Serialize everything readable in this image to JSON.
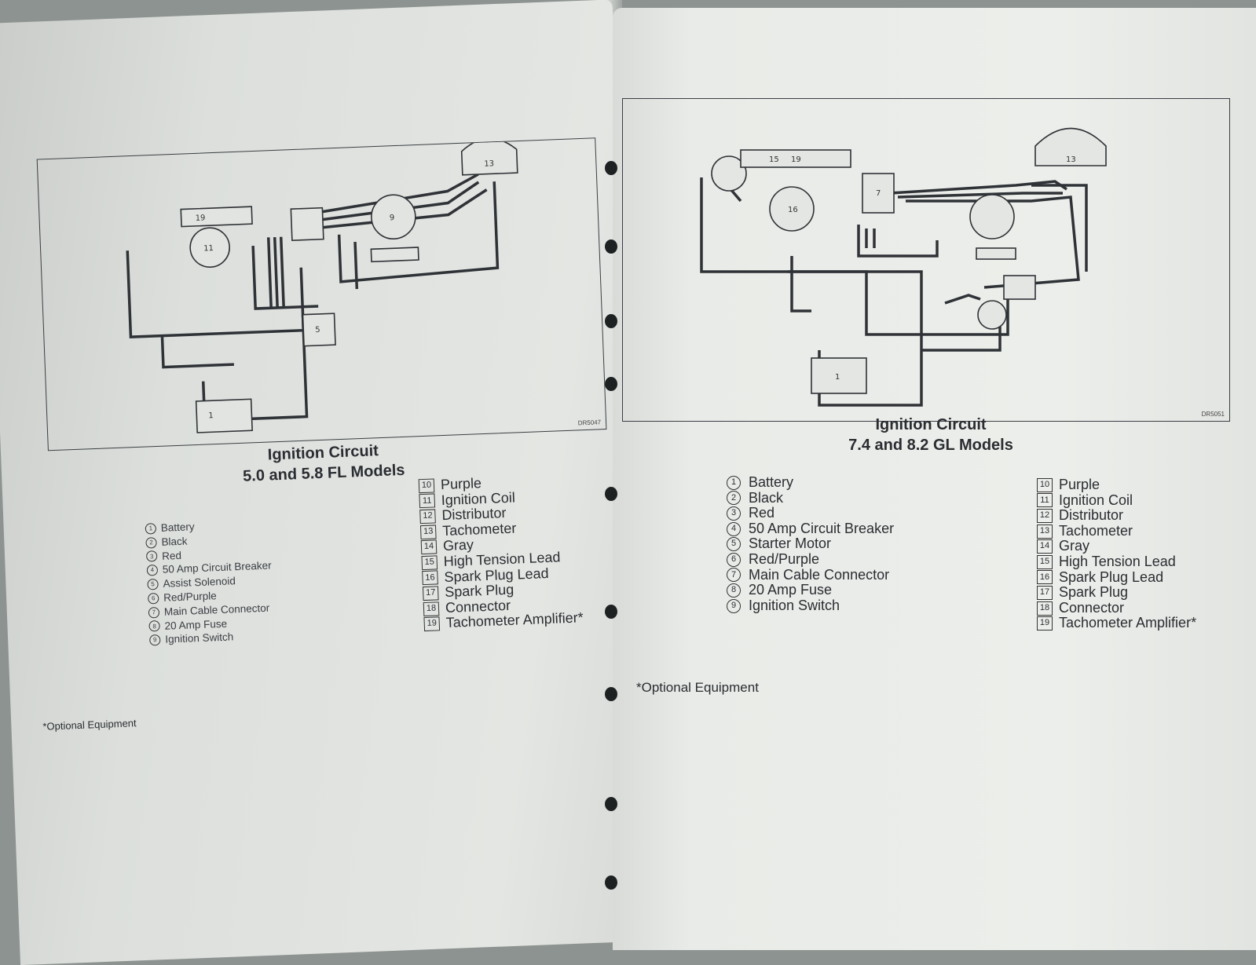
{
  "left_page": {
    "diagram_code": "DR5047",
    "caption": {
      "title": "Ignition Circuit",
      "subtitle": "5.0 and 5.8 FL Models"
    },
    "legend_circles": [
      {
        "num": "1",
        "label": "Battery"
      },
      {
        "num": "2",
        "label": "Black"
      },
      {
        "num": "3",
        "label": "Red"
      },
      {
        "num": "4",
        "label": "50 Amp Circuit Breaker"
      },
      {
        "num": "5",
        "label": "Assist Solenoid"
      },
      {
        "num": "6",
        "label": "Red/Purple"
      },
      {
        "num": "7",
        "label": "Main Cable Connector"
      },
      {
        "num": "8",
        "label": "20 Amp Fuse"
      },
      {
        "num": "9",
        "label": "Ignition Switch"
      }
    ],
    "legend_boxes": [
      {
        "num": "10",
        "label": "Purple"
      },
      {
        "num": "11",
        "label": "Ignition Coil"
      },
      {
        "num": "12",
        "label": "Distributor"
      },
      {
        "num": "13",
        "label": "Tachometer"
      },
      {
        "num": "14",
        "label": "Gray"
      },
      {
        "num": "15",
        "label": "High Tension Lead"
      },
      {
        "num": "16",
        "label": "Spark Plug Lead"
      },
      {
        "num": "17",
        "label": "Spark Plug"
      },
      {
        "num": "18",
        "label": "Connector"
      },
      {
        "num": "19",
        "label": "Tachometer Amplifier*"
      }
    ],
    "footnote": "*Optional Equipment"
  },
  "right_page": {
    "diagram_code": "DR5051",
    "caption": {
      "title": "Ignition Circuit",
      "subtitle": "7.4 and 8.2 GL Models"
    },
    "legend_circles": [
      {
        "num": "1",
        "label": "Battery"
      },
      {
        "num": "2",
        "label": "Black"
      },
      {
        "num": "3",
        "label": "Red"
      },
      {
        "num": "4",
        "label": "50 Amp Circuit Breaker"
      },
      {
        "num": "5",
        "label": "Starter Motor"
      },
      {
        "num": "6",
        "label": "Red/Purple"
      },
      {
        "num": "7",
        "label": "Main Cable Connector"
      },
      {
        "num": "8",
        "label": "20 Amp Fuse"
      },
      {
        "num": "9",
        "label": "Ignition Switch"
      }
    ],
    "legend_boxes": [
      {
        "num": "10",
        "label": "Purple"
      },
      {
        "num": "11",
        "label": "Ignition Coil"
      },
      {
        "num": "12",
        "label": "Distributor"
      },
      {
        "num": "13",
        "label": "Tachometer"
      },
      {
        "num": "14",
        "label": "Gray"
      },
      {
        "num": "15",
        "label": "High Tension Lead"
      },
      {
        "num": "16",
        "label": "Spark Plug Lead"
      },
      {
        "num": "17",
        "label": "Spark Plug"
      },
      {
        "num": "18",
        "label": "Connector"
      },
      {
        "num": "19",
        "label": "Tachometer Amplifier*"
      }
    ],
    "footnote": "*Optional Equipment"
  }
}
